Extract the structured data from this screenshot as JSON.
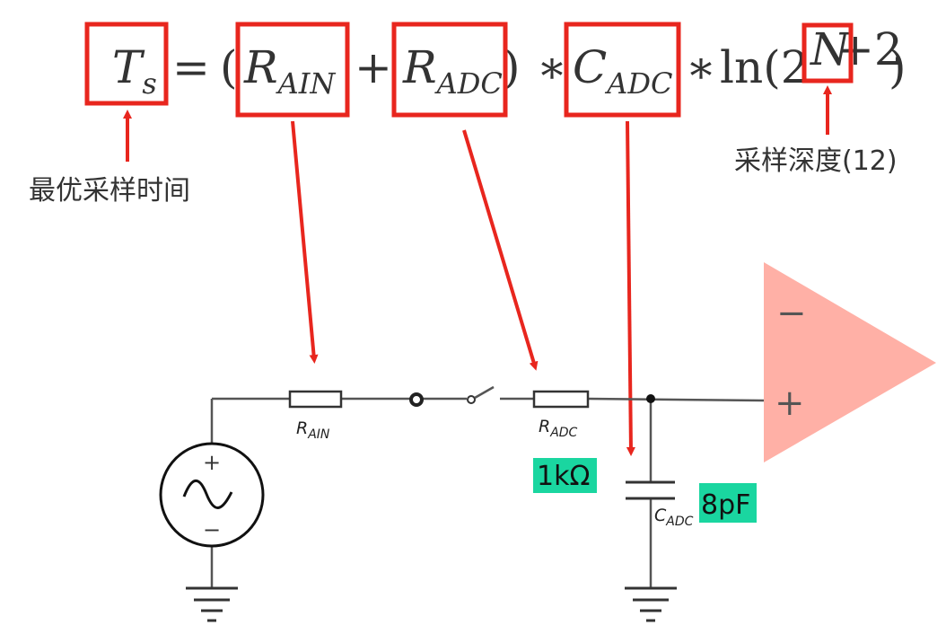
{
  "equation": {
    "ts_main": "T",
    "ts_sub": "s",
    "equals": "=",
    "lparen": "(",
    "rain_main": "R",
    "rain_sub": "AIN",
    "plus": "+",
    "radc_main": "R",
    "radc_sub": "ADC",
    "rparen": ")",
    "times1": "∗",
    "cadc_main": "C",
    "cadc_sub": "ADC",
    "times2": "∗",
    "ln": "ln(2",
    "exp_n": "N",
    "exp_plus2": "+2",
    "close": ")"
  },
  "annotations": {
    "ts_note": "最优采样时间",
    "n_note": "采样深度(12)"
  },
  "circuit": {
    "rain_label_main": "R",
    "rain_label_sub": "AIN",
    "radc_label_main": "R",
    "radc_label_sub": "ADC",
    "cadc_label_main": "C",
    "cadc_label_sub": "ADC",
    "source_plus": "+",
    "source_minus": "−",
    "opamp_minus": "−",
    "opamp_plus": "+",
    "radc_value": "1kΩ",
    "cadc_value": "8pF"
  },
  "colors": {
    "highlight": "#e8261e",
    "value_tag": "#1ad6a0",
    "opamp": "#ffb0a6"
  }
}
